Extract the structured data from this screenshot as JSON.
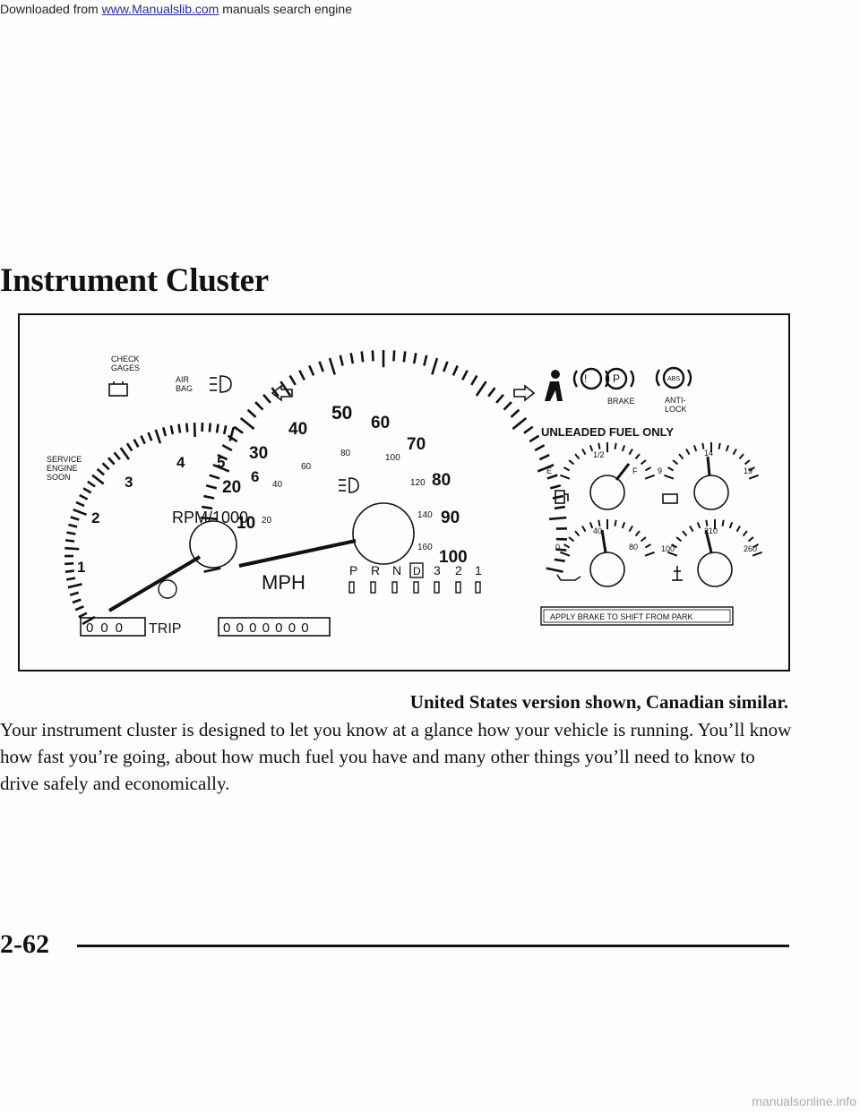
{
  "header": {
    "prefix": "Downloaded from ",
    "link": "www.Manualslib.com",
    "suffix": " manuals search engine"
  },
  "title": "Instrument Cluster",
  "cluster": {
    "check_gages": [
      "CHECK",
      "GAGES"
    ],
    "air_bag": [
      "AIR",
      "BAG"
    ],
    "service_engine_soon": [
      "SERVICE",
      "ENGINE",
      "SOON"
    ],
    "tach_unit": "RPM/1000",
    "tach_numbers": [
      "1",
      "2",
      "3",
      "4",
      "5",
      "6"
    ],
    "speed_unit": "MPH",
    "mph_numbers": [
      "10",
      "20",
      "30",
      "40",
      "50",
      "60",
      "70",
      "80",
      "90",
      "100"
    ],
    "kmh_numbers": [
      "20",
      "40",
      "60",
      "80",
      "100",
      "120",
      "140",
      "160"
    ],
    "prndl": [
      "P",
      "R",
      "N",
      "D",
      "3",
      "2",
      "1"
    ],
    "trip_digits": "000",
    "trip_label": "TRIP",
    "odometer_digits": "0000000",
    "brake_label": "BRAKE",
    "anti_lock": [
      "ANTI-",
      "LOCK"
    ],
    "unleaded": "UNLEADED FUEL ONLY",
    "fuel_scale": [
      "E",
      "1/2",
      "F"
    ],
    "volt_scale": [
      "9",
      "14",
      "19"
    ],
    "oil_scale": [
      "0",
      "40",
      "80"
    ],
    "temp_scale": [
      "100",
      "210",
      "260"
    ],
    "apply_brake": "APPLY BRAKE TO SHIFT FROM PARK",
    "abs_icon": "ABS"
  },
  "caption": "United States version shown, Canadian similar.",
  "body": "Your instrument cluster is designed to let you know at a glance how your vehicle is running. You’ll know how fast you’re going, about how much fuel you have and many other things you’ll need to know to drive safely and economically.",
  "page_number": "2-62",
  "watermark": "manualsonline.info"
}
